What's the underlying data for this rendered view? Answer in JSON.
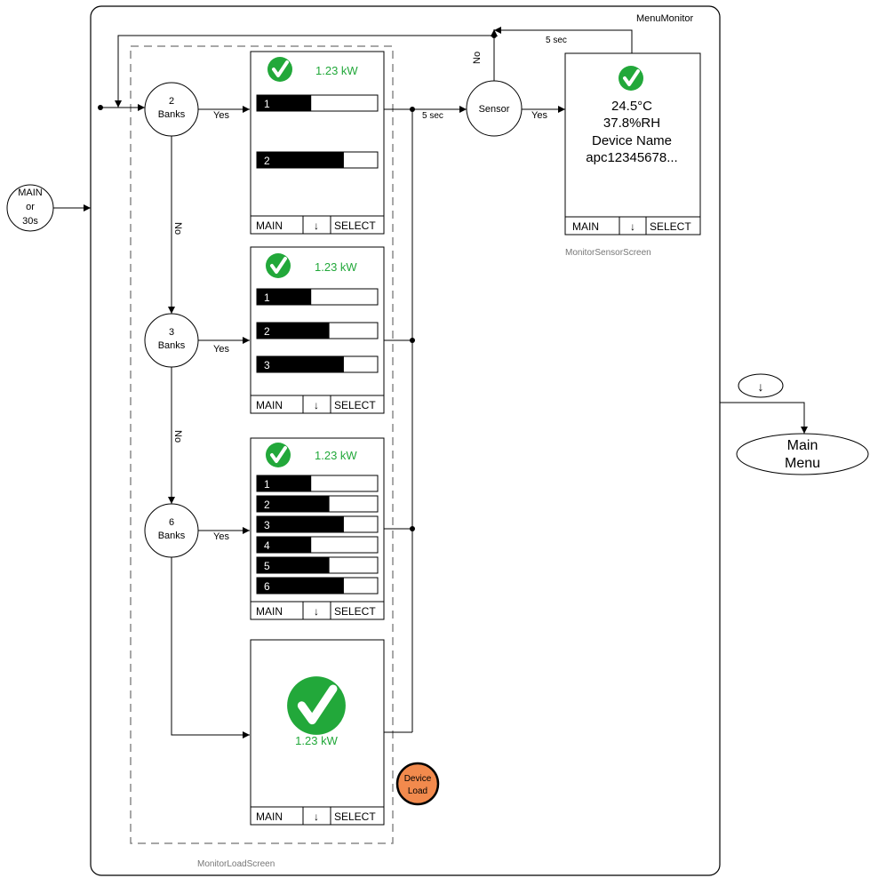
{
  "outer_label": "MenuMonitor",
  "load_screen_label": "MonitorLoadScreen",
  "sensor_screen_label": "MonitorSensorScreen",
  "start_node": [
    "MAIN",
    "or",
    "30s"
  ],
  "decisions": {
    "banks2": [
      "2",
      "Banks"
    ],
    "banks3": [
      "3",
      "Banks"
    ],
    "banks6": [
      "6",
      "Banks"
    ],
    "sensor": "Sensor"
  },
  "edge_labels": {
    "yes": "Yes",
    "no": "No",
    "five_sec": "5  sec"
  },
  "power_reading": "1.23 kW",
  "softkeys": {
    "main": "MAIN",
    "down": "↓",
    "select": "SELECT"
  },
  "screen_2banks": {
    "bars": [
      {
        "label": "1",
        "fill": 0.45
      },
      {
        "label": "2",
        "fill": 0.72
      }
    ]
  },
  "screen_3banks": {
    "bars": [
      {
        "label": "1",
        "fill": 0.45
      },
      {
        "label": "2",
        "fill": 0.6
      },
      {
        "label": "3",
        "fill": 0.72
      }
    ]
  },
  "screen_6banks": {
    "bars": [
      {
        "label": "1",
        "fill": 0.45
      },
      {
        "label": "2",
        "fill": 0.6
      },
      {
        "label": "3",
        "fill": 0.72
      },
      {
        "label": "4",
        "fill": 0.45
      },
      {
        "label": "5",
        "fill": 0.6
      },
      {
        "label": "6",
        "fill": 0.72
      }
    ]
  },
  "sensor_screen": {
    "temperature": "24.5°C",
    "humidity": "37.8%RH",
    "device_name_label": "Device Name",
    "device_name": "apc12345678..."
  },
  "device_load_node": [
    "Device",
    "Load"
  ],
  "down_key_node": "↓",
  "main_menu_node": [
    "Main",
    "Menu"
  ],
  "colors": {
    "check_green": "#22a83a",
    "device_load_fill": "#f28a4d",
    "dashed_border": "#8a8a8a"
  }
}
